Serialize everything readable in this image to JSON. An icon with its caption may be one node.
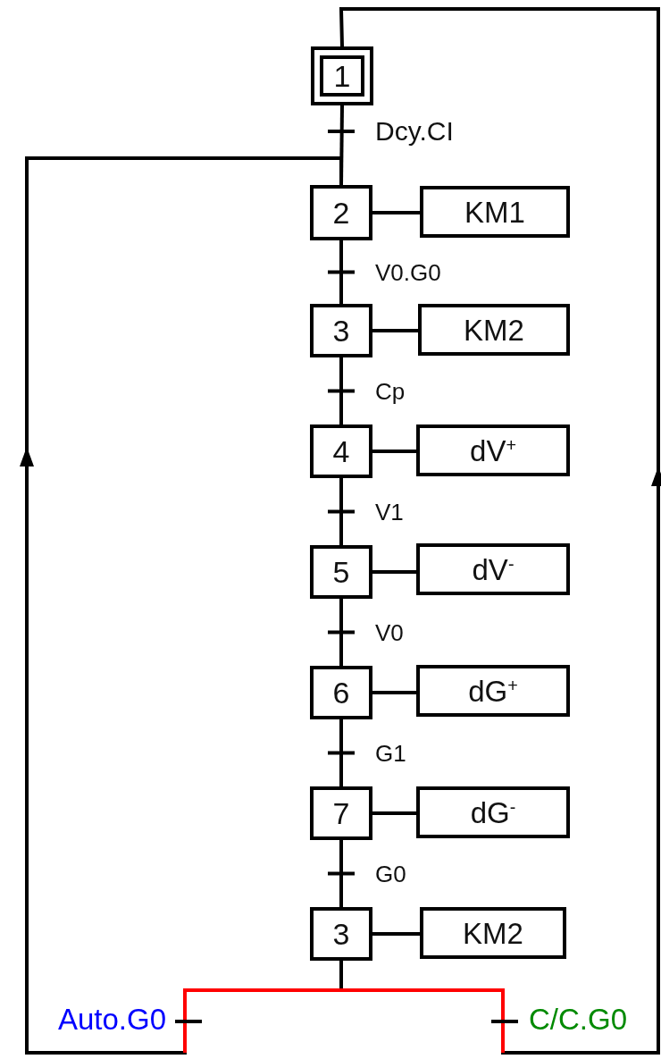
{
  "diagram": {
    "nodes": [
      {
        "text": [
          "1"
        ]
      },
      {
        "text": [
          "2"
        ]
      },
      {
        "text": [
          "KM1"
        ]
      },
      {
        "text": [
          "3"
        ]
      },
      {
        "text": [
          "KM2"
        ]
      },
      {
        "text": [
          "4"
        ]
      },
      {
        "text": [
          "dV$^{+}$"
        ]
      },
      {
        "text": [
          "5"
        ]
      },
      {
        "text": [
          "dV$^{-}$"
        ]
      },
      {
        "text": [
          "6"
        ]
      },
      {
        "text": [
          "dG$^{+}$"
        ]
      },
      {
        "text": [
          "7"
        ]
      },
      {
        "text": [
          "dG$^{-}$"
        ]
      },
      {
        "text": [
          "3"
        ]
      },
      {
        "text": [
          "KM2"
        ]
      }
    ],
    "edges": [
      {
        "from": 0,
        "to": 1,
        "arrow": "none",
        "label": "Dcy.CI"
      },
      {
        "from": 1,
        "to": 2,
        "arrow": "none"
      },
      {
        "from": 1,
        "to": 3,
        "arrow": "none",
        "label": "V0.G0"
      },
      {
        "from": 3,
        "to": 4,
        "arrow": "none"
      },
      {
        "from": 3,
        "to": 5,
        "arrow": "none",
        "label": "Cp"
      },
      {
        "from": 5,
        "to": 6,
        "arrow": "none"
      },
      {
        "from": 5,
        "to": 7,
        "arrow": "none",
        "label": "V1"
      },
      {
        "from": 7,
        "to": 8,
        "arrow": "none"
      },
      {
        "from": 7,
        "to": 9,
        "arrow": "none",
        "label": "V0"
      },
      {
        "from": 9,
        "to": 10,
        "arrow": "none"
      },
      {
        "from": 9,
        "to": 11,
        "arrow": "none",
        "label": "G1"
      },
      {
        "from": 11,
        "to": 12,
        "arrow": "none"
      },
      {
        "from": 11,
        "to": 13,
        "arrow": "none",
        "label": "G0"
      },
      {
        "from": 13,
        "to": 14,
        "arrow": "none"
      },
      {
        "from": 13,
        "to": 1,
        "arrow": "to",
        "label": "Auto.G0"
      },
      {
        "from": 13,
        "to": 0,
        "arrow": "to",
        "label": "C/C.G0"
      }
    ]
  }
}
